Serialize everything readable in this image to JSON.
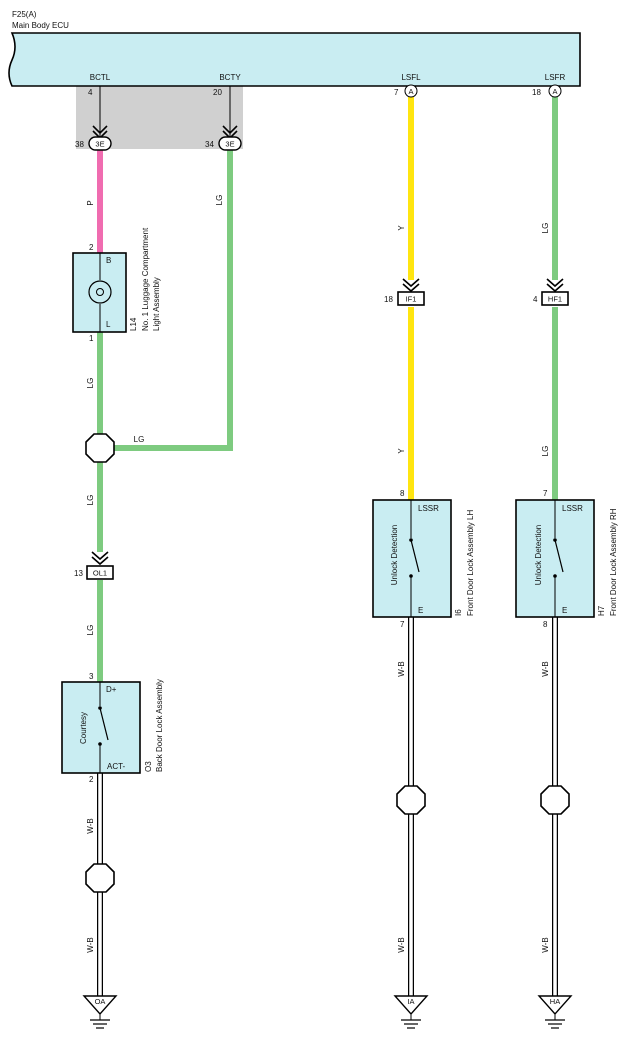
{
  "header": {
    "ecu_code": "F25(A)",
    "ecu_name": "Main Body ECU"
  },
  "colors": {
    "ecu_fill": "#c9edf2",
    "component_fill": "#c9edf2",
    "shade": "#d0d0d0",
    "wire_pink": "#f06cb0",
    "wire_light_green": "#7ecb80",
    "wire_yellow": "#ffe510",
    "wire_white_black": "#ffffff"
  },
  "ecu_pins": [
    {
      "name": "BCTL",
      "num": "4"
    },
    {
      "name": "BCTY",
      "num": "20"
    },
    {
      "name": "LSFL",
      "num": "7",
      "conn": "A"
    },
    {
      "name": "LSFR",
      "num": "18",
      "conn": "A"
    }
  ],
  "inline_connectors": {
    "bctl_3e": {
      "label": "3E",
      "pin": "38"
    },
    "bcty_3e": {
      "label": "3E",
      "pin": "34"
    },
    "if1": {
      "label": "IF1",
      "pin": "18"
    },
    "hf1": {
      "label": "HF1",
      "pin": "4"
    },
    "ol1": {
      "label": "OL1",
      "pin": "13"
    }
  },
  "wire_labels": {
    "p": "P",
    "lg": "LG",
    "y": "Y",
    "wb": "W-B"
  },
  "components": {
    "l14": {
      "code": "L14",
      "name_line1": "No. 1 Luggage Compartment",
      "name_line2": "Light Assembly",
      "pin_top": "2",
      "term_top": "B",
      "pin_bottom": "1",
      "term_bottom": "L"
    },
    "o3": {
      "code": "O3",
      "name": "Back Door Lock Assembly",
      "inner": "Courtesy",
      "pin_top": "3",
      "term_top": "D+",
      "pin_bottom": "2",
      "term_bottom": "ACT-"
    },
    "i6": {
      "code": "I6",
      "name": "Front Door Lock Assembly LH",
      "inner": "Unlock Detection",
      "pin_top": "8",
      "term_top": "LSSR",
      "pin_bottom": "7",
      "term_bottom": "E"
    },
    "h7": {
      "code": "H7",
      "name": "Front Door Lock Assembly RH",
      "inner": "Unlock Detection",
      "pin_top": "7",
      "term_top": "LSSR",
      "pin_bottom": "8",
      "term_bottom": "E"
    }
  },
  "grounds": {
    "oa": "OA",
    "ia": "IA",
    "ha": "HA"
  }
}
